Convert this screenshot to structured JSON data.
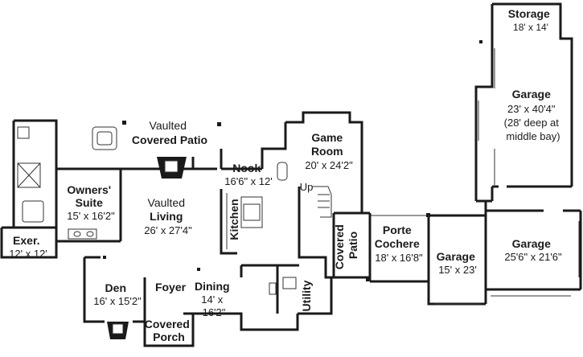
{
  "plan": {
    "rooms": [
      {
        "id": "storage",
        "lines": [
          "Storage",
          "18' x 14'"
        ],
        "bold": [
          true,
          false
        ]
      },
      {
        "id": "garage-large",
        "lines": [
          "Garage",
          "23' x 40'4\"",
          "(28' deep at",
          "middle bay)"
        ],
        "bold": [
          true,
          false,
          false,
          false
        ]
      },
      {
        "id": "covered-patio-rear",
        "lines": [
          "Vaulted",
          "Covered Patio"
        ],
        "bold": [
          false,
          true
        ]
      },
      {
        "id": "game-room",
        "lines": [
          "Game",
          "Room",
          "20' x 24'2\""
        ],
        "bold": [
          true,
          true,
          false
        ]
      },
      {
        "id": "nook",
        "lines": [
          "Nook",
          "16'6\" x 12'"
        ],
        "bold": [
          true,
          false
        ]
      },
      {
        "id": "owners-suite",
        "lines": [
          "Owners'",
          "Suite",
          "15' x 16'2\""
        ],
        "bold": [
          true,
          true,
          false
        ]
      },
      {
        "id": "living",
        "lines": [
          "Vaulted",
          "Living",
          "26' x 27'4\""
        ],
        "bold": [
          false,
          true,
          false
        ]
      },
      {
        "id": "kitchen",
        "lines": [
          "Kitchen"
        ],
        "bold": [
          true
        ]
      },
      {
        "id": "up",
        "lines": [
          "Up"
        ],
        "bold": [
          false
        ]
      },
      {
        "id": "covered-patio-side",
        "lines": [
          "Covered",
          "Patio"
        ],
        "bold": [
          true,
          true
        ]
      },
      {
        "id": "porte-cochere",
        "lines": [
          "Porte",
          "Cochere",
          "18' x 16'8\""
        ],
        "bold": [
          true,
          true,
          false
        ]
      },
      {
        "id": "garage-mid",
        "lines": [
          "Garage",
          "15' x 23'"
        ],
        "bold": [
          true,
          false
        ]
      },
      {
        "id": "garage-right",
        "lines": [
          "Garage",
          "25'6\" x 21'6\""
        ],
        "bold": [
          true,
          false
        ]
      },
      {
        "id": "exer",
        "lines": [
          "Exer.",
          "12' x 12'"
        ],
        "bold": [
          true,
          false
        ]
      },
      {
        "id": "den",
        "lines": [
          "Den",
          "16' x 15'2\""
        ],
        "bold": [
          true,
          false
        ]
      },
      {
        "id": "foyer",
        "lines": [
          "Foyer"
        ],
        "bold": [
          true
        ]
      },
      {
        "id": "dining",
        "lines": [
          "Dining",
          "14' x",
          "16'2\""
        ],
        "bold": [
          true,
          false,
          false
        ]
      },
      {
        "id": "utility",
        "lines": [
          "Utility"
        ],
        "bold": [
          true
        ]
      },
      {
        "id": "covered-porch",
        "lines": [
          "Covered",
          "Porch"
        ],
        "bold": [
          true,
          true
        ]
      }
    ]
  }
}
